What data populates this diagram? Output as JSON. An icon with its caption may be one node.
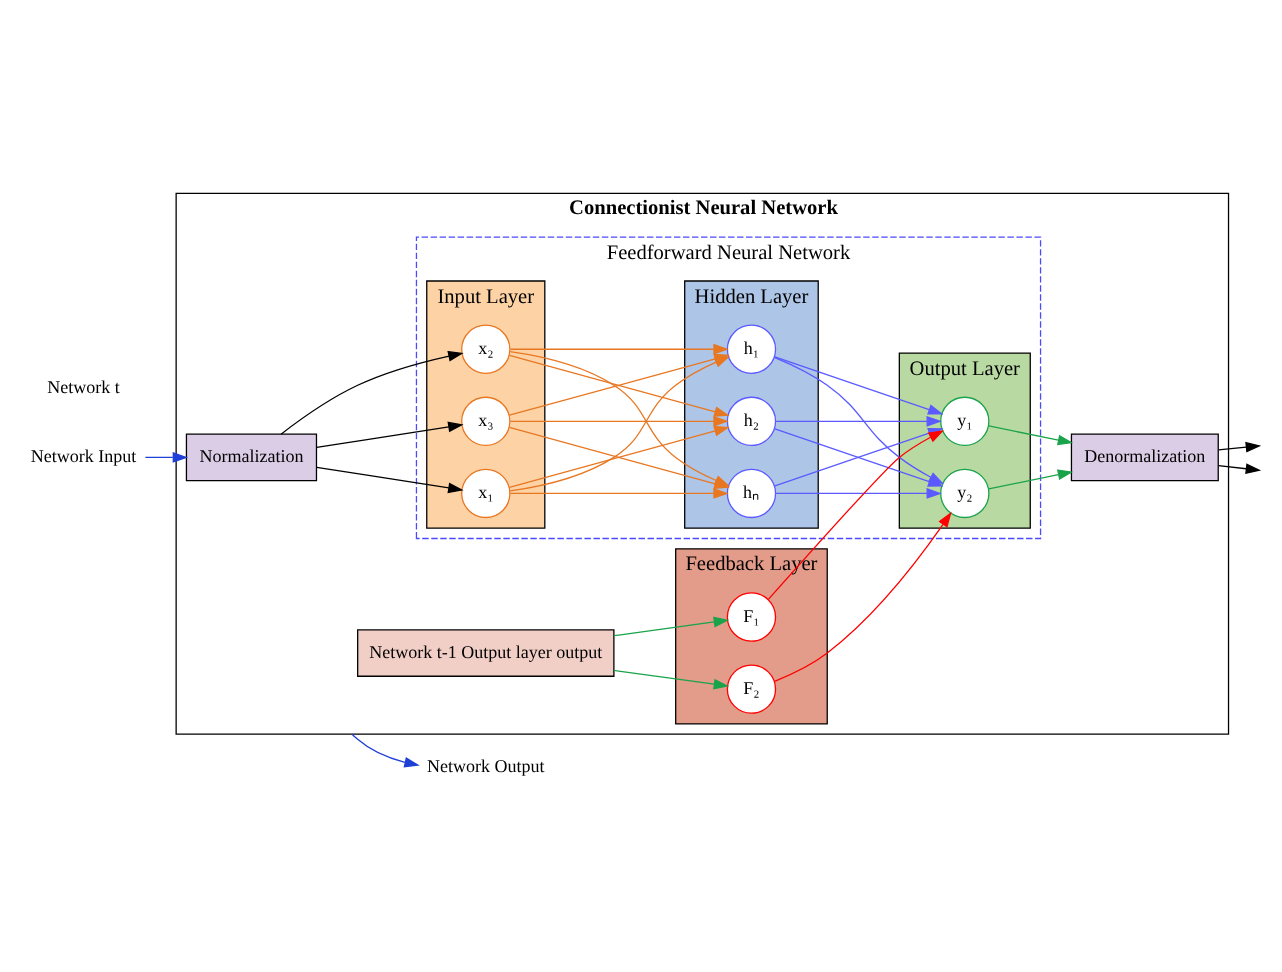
{
  "diagram": {
    "nodes": [
      {
        "text": [
          "Connectionist Neural Network"
        ]
      },
      {
        "text": [
          "Network Input"
        ]
      },
      {
        "text": [
          "Normalization"
        ],
        "in": 0
      },
      {
        "text": [
          "Feedforward Neural Network"
        ],
        "in": 0
      },
      {
        "text": [
          "Input Layer"
        ],
        "in": 3
      },
      {
        "text": [
          "x₁"
        ],
        "in": 4
      },
      {
        "text": [
          "x₂"
        ],
        "in": 4
      },
      {
        "text": [
          "x₃"
        ],
        "in": 4
      },
      {
        "text": [
          "Hidden Layer"
        ],
        "in": 3
      },
      {
        "text": [
          "h₁"
        ],
        "in": 8
      },
      {
        "text": [
          "h₂"
        ],
        "in": 8
      },
      {
        "text": [
          "hₙ"
        ],
        "in": 8
      },
      {
        "text": [
          "Output Layer"
        ],
        "in": 3
      },
      {
        "text": [
          "y₁"
        ],
        "in": 12
      },
      {
        "text": [
          "y₂"
        ],
        "in": 12
      },
      {
        "text": [
          "Denormalization"
        ],
        "in": 0
      },
      {
        "text": [
          "Network Output"
        ]
      },
      {
        "text": [
          "Network t-1 Output layer output"
        ],
        "in": 0
      },
      {
        "text": [
          "Feedback Layer"
        ],
        "in": 0
      },
      {
        "text": [
          "F₁"
        ],
        "in": 18
      },
      {
        "text": [
          "F₂"
        ],
        "in": 18
      }
    ],
    "edges": [
      {
        "from": 1,
        "to": 2,
        "arrow": "to",
        "color": "#1f3fd6"
      },
      {
        "from": 2,
        "to": 5,
        "arrow": "to",
        "color": "#000000"
      },
      {
        "from": 2,
        "to": 6,
        "arrow": "to",
        "color": "#000000"
      },
      {
        "from": 2,
        "to": 7,
        "arrow": "to",
        "color": "#000000"
      },
      {
        "from": 5,
        "to": 9,
        "arrow": "to"
      },
      {
        "from": 5,
        "to": 10,
        "arrow": "to"
      },
      {
        "from": 5,
        "to": 11,
        "arrow": "to"
      },
      {
        "from": 6,
        "to": 9,
        "arrow": "to"
      },
      {
        "from": 6,
        "to": 10,
        "arrow": "to"
      },
      {
        "from": 6,
        "to": 11,
        "arrow": "to"
      },
      {
        "from": 7,
        "to": 9,
        "arrow": "to"
      },
      {
        "from": 7,
        "to": 10,
        "arrow": "to"
      },
      {
        "from": 7,
        "to": 11,
        "arrow": "to"
      },
      {
        "from": 9,
        "to": 13,
        "arrow": "to",
        "color": "#5a5aff"
      },
      {
        "from": 9,
        "to": 14,
        "arrow": "to",
        "color": "#5a5aff"
      },
      {
        "from": 10,
        "to": 13,
        "arrow": "to",
        "color": "#5a5aff"
      },
      {
        "from": 10,
        "to": 14,
        "arrow": "to",
        "color": "#5a5aff"
      },
      {
        "from": 11,
        "to": 13,
        "arrow": "to",
        "color": "#5a5aff"
      },
      {
        "from": 11,
        "to": 14,
        "arrow": "to",
        "color": "#5a5aff"
      },
      {
        "from": 17,
        "to": 19,
        "arrow": "to",
        "color": "#1aa34a"
      },
      {
        "from": 17,
        "to": 20,
        "arrow": "to",
        "color": "#1aa34a"
      },
      {
        "from": 19,
        "to": 13,
        "arrow": "to",
        "color": "#ff0000"
      },
      {
        "from": 20,
        "to": 14,
        "arrow": "to",
        "color": "#ff0000"
      },
      {
        "from": 13,
        "to": 15,
        "arrow": "to",
        "color": "#1aa34a"
      },
      {
        "from": 14,
        "to": 15,
        "arrow": "to",
        "color": "#1aa34a"
      },
      {
        "from": 15,
        "to": null,
        "arrow": "to",
        "color": "#000000"
      },
      {
        "from": 15,
        "to": null,
        "arrow": "to",
        "color": "#000000"
      },
      {
        "from": 0,
        "to": 16,
        "arrow": "to",
        "color": "#1f3fd6"
      }
    ],
    "labels": [
      "Network t"
    ]
  }
}
